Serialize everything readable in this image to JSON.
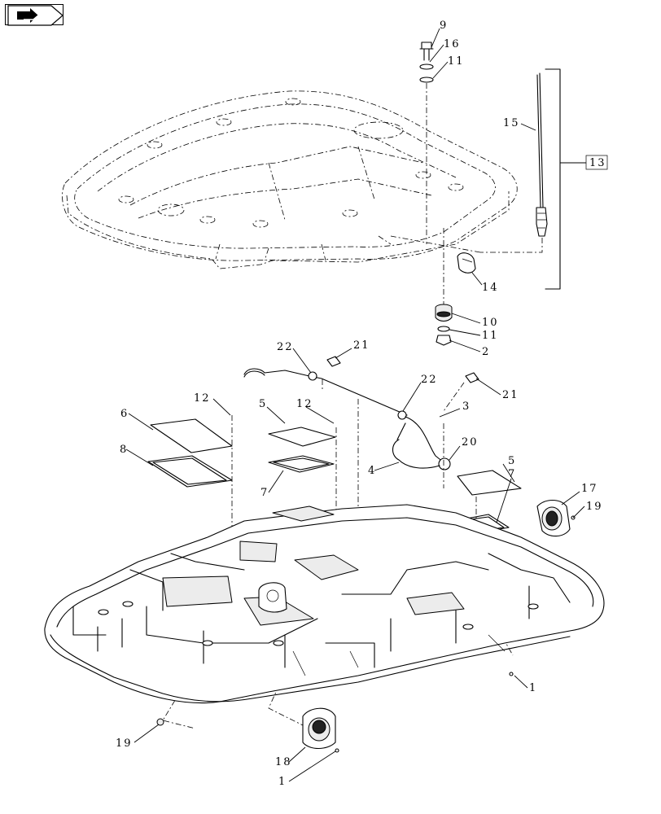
{
  "nav": {
    "icon": "next-arrow-icon"
  },
  "callouts": [
    {
      "id": "c9a",
      "text": "9"
    },
    {
      "id": "c16",
      "text": "16"
    },
    {
      "id": "c11a",
      "text": "11"
    },
    {
      "id": "c15",
      "text": "15"
    },
    {
      "id": "c13",
      "text": "13"
    },
    {
      "id": "c14",
      "text": "14"
    },
    {
      "id": "c10",
      "text": "10"
    },
    {
      "id": "c11b",
      "text": "11"
    },
    {
      "id": "c2",
      "text": "2"
    },
    {
      "id": "c22a",
      "text": "22"
    },
    {
      "id": "c21a",
      "text": "21"
    },
    {
      "id": "c22b",
      "text": "22"
    },
    {
      "id": "c21b",
      "text": "21"
    },
    {
      "id": "c12a",
      "text": "12"
    },
    {
      "id": "c5a",
      "text": "5"
    },
    {
      "id": "c12b",
      "text": "12"
    },
    {
      "id": "c3",
      "text": "3"
    },
    {
      "id": "c6",
      "text": "6"
    },
    {
      "id": "c20",
      "text": "20"
    },
    {
      "id": "c8",
      "text": "8"
    },
    {
      "id": "c7a",
      "text": "7"
    },
    {
      "id": "c4",
      "text": "4"
    },
    {
      "id": "c5b",
      "text": "5"
    },
    {
      "id": "c7b",
      "text": "7"
    },
    {
      "id": "c17",
      "text": "17"
    },
    {
      "id": "c19a",
      "text": "19"
    },
    {
      "id": "c1a",
      "text": "1"
    },
    {
      "id": "c19b",
      "text": "19"
    },
    {
      "id": "c18",
      "text": "18"
    },
    {
      "id": "c1b",
      "text": "1"
    }
  ]
}
